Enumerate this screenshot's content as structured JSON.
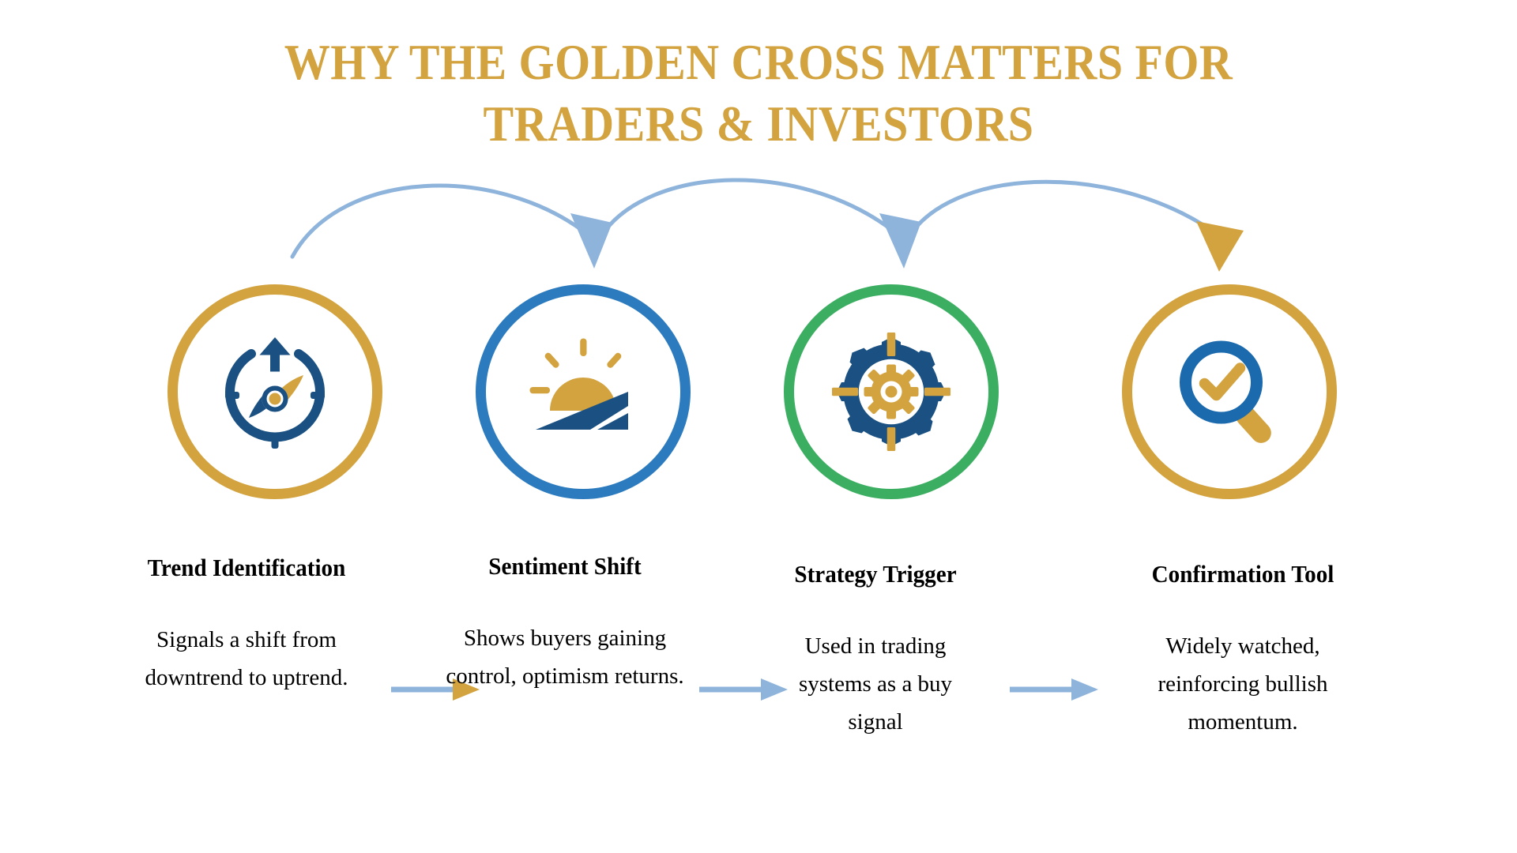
{
  "title": {
    "line1": "WHY THE GOLDEN CROSS MATTERS FOR",
    "line2": "TRADERS & INVESTORS"
  },
  "colors": {
    "gold": "#D3A33F",
    "blue": "#2C7BBE",
    "navy": "#1B5182",
    "green": "#3CAE62",
    "light_blue": "#8FB4DC",
    "text": "#000000",
    "background": "#FFFFFF"
  },
  "steps": [
    {
      "index": "1",
      "heading": "Trend Identification",
      "body": "Signals a shift from downtrend to uptrend.",
      "ring_color": "#D3A33F",
      "ring_color_name": "gold",
      "icon": "compass-icon"
    },
    {
      "index": "2",
      "heading": "Sentiment Shift",
      "body": "Shows buyers gaining control, optimism returns.",
      "ring_color": "#2C7BBE",
      "ring_color_name": "blue",
      "icon": "sunrise-icon"
    },
    {
      "index": "3",
      "heading": "Strategy Trigger",
      "body": "Used in trading systems as a buy signal",
      "ring_color": "#3CAE62",
      "ring_color_name": "green",
      "icon": "gear-target-icon"
    },
    {
      "index": "4",
      "heading": "Confirmation Tool",
      "body": "Widely watched, reinforcing bullish momentum.",
      "ring_color": "#D3A33F",
      "ring_color_name": "gold",
      "icon": "magnifier-check-icon"
    }
  ],
  "connectors": [
    {
      "from": "1",
      "to": "2",
      "head_color": "#D3A33F"
    },
    {
      "from": "2",
      "to": "3",
      "head_color": "#8FB4DC"
    },
    {
      "from": "3",
      "to": "4",
      "head_color": "#8FB4DC"
    }
  ],
  "flow_arcs": [
    {
      "from": "1",
      "to": "2",
      "head_color": "#8FB4DC"
    },
    {
      "from": "2",
      "to": "3",
      "head_color": "#8FB4DC"
    },
    {
      "from": "3",
      "to": "4",
      "head_color": "#D3A33F"
    }
  ]
}
